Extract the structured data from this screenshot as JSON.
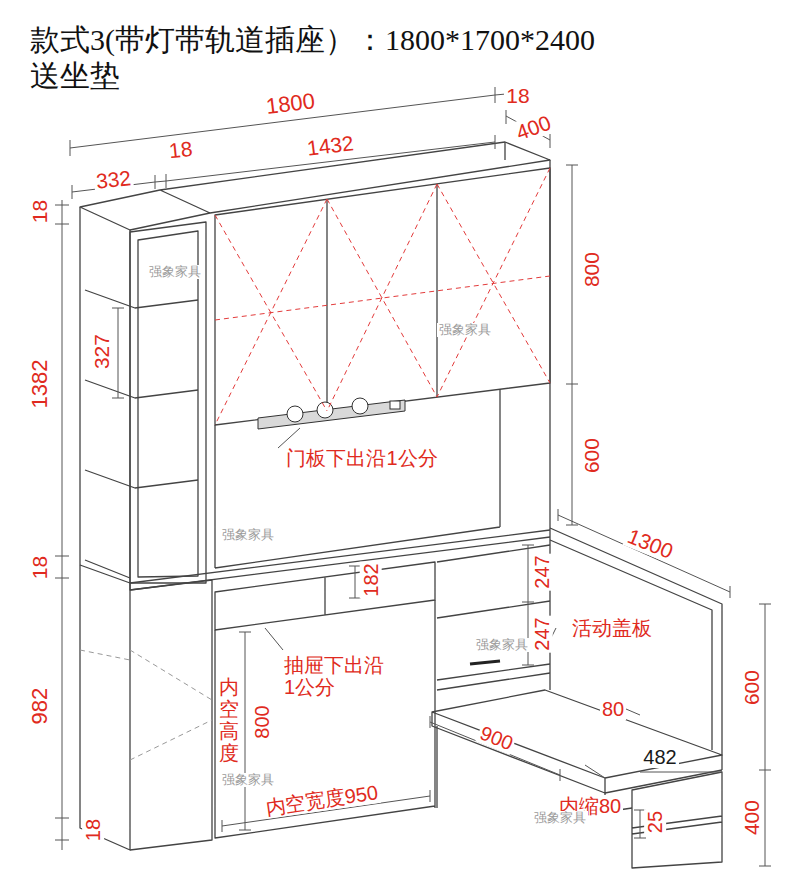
{
  "diagram": {
    "title": "款式3(带灯带轨道插座）：1800*1700*2400 送坐垫",
    "labels": [
      "1800",
      "18",
      "400",
      "332",
      "18",
      "1432",
      "18",
      "1382",
      "327",
      "18",
      "982",
      "18",
      "800",
      "600",
      "门板下出沿1公分",
      "182",
      "247",
      "247",
      "活动盖板",
      "抽屉下出沿 1公分",
      "内空高度",
      "800",
      "内空宽度950",
      "1300",
      "600",
      "400",
      "900",
      "80",
      "482",
      "内缩80",
      "25",
      "强象家具",
      "强象家具",
      "强象家具",
      "强象家具",
      "强象家具",
      "强象家具"
    ]
  }
}
